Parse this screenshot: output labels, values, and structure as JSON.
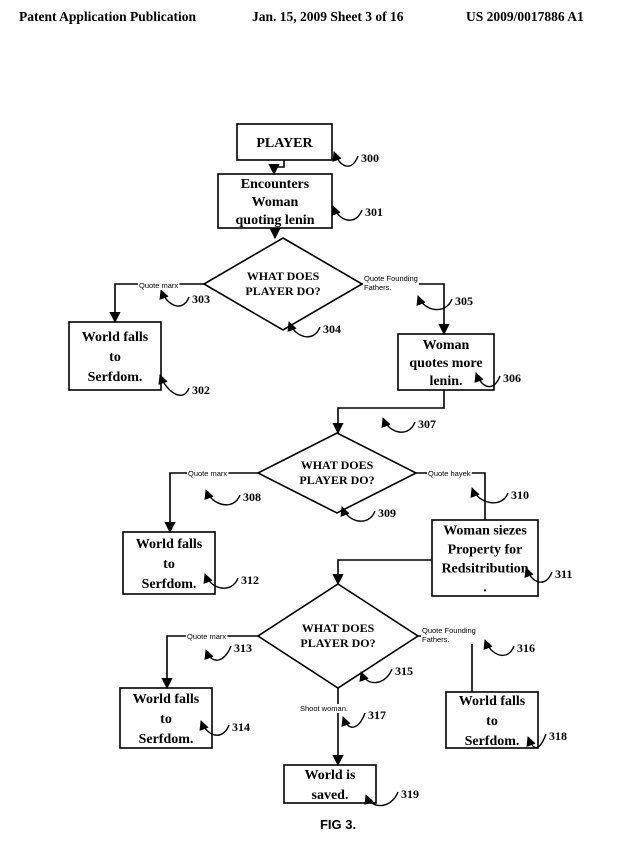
{
  "header": {
    "left": "Patent Application Publication",
    "middle": "Jan. 15, 2009  Sheet 3 of 16",
    "right": "US 2009/0017886 A1"
  },
  "figure": {
    "caption": "FIG 3.",
    "boxes": {
      "b300": [
        "PLAYER"
      ],
      "b301": [
        "Encounters",
        "Woman",
        "quoting lenin"
      ],
      "b302": [
        "World falls",
        "to",
        "Serfdom."
      ],
      "b306": [
        "Woman",
        "quotes more",
        "lenin."
      ],
      "b312": [
        "World falls",
        "to",
        "Serfdom."
      ],
      "b311": [
        "Woman siezes",
        "Property for",
        "Redsitribution",
        "."
      ],
      "b314": [
        "World falls",
        "to",
        "Serfdom."
      ],
      "b318": [
        "World falls",
        "to",
        "Serfdom."
      ],
      "b319": [
        "World is",
        "saved."
      ]
    },
    "decisions": {
      "d304": [
        "WHAT DOES",
        "PLAYER DO?"
      ],
      "d309": [
        "WHAT DOES",
        "PLAYER DO?"
      ],
      "d315": [
        "WHAT DOES",
        "PLAYER DO?"
      ]
    },
    "edges": {
      "e303": [
        "Quote marx"
      ],
      "e305": [
        "Quote Founding",
        "Fathers."
      ],
      "e308": [
        "Quote marx"
      ],
      "e310": [
        "Quote hayek"
      ],
      "e313": [
        "Quote marx"
      ],
      "e316": [
        "Quote Founding",
        "Fathers."
      ],
      "e317": [
        "Shoot woman."
      ]
    },
    "refs": {
      "r300": "300",
      "r301": "301",
      "r302": "302",
      "r303": "303",
      "r304": "304",
      "r305": "305",
      "r306": "306",
      "r307": "307",
      "r308": "308",
      "r309": "309",
      "r310": "310",
      "r311": "311",
      "r312": "312",
      "r313": "313",
      "r314": "314",
      "r315": "315",
      "r316": "316",
      "r317": "317",
      "r318": "318",
      "r319": "319"
    }
  }
}
